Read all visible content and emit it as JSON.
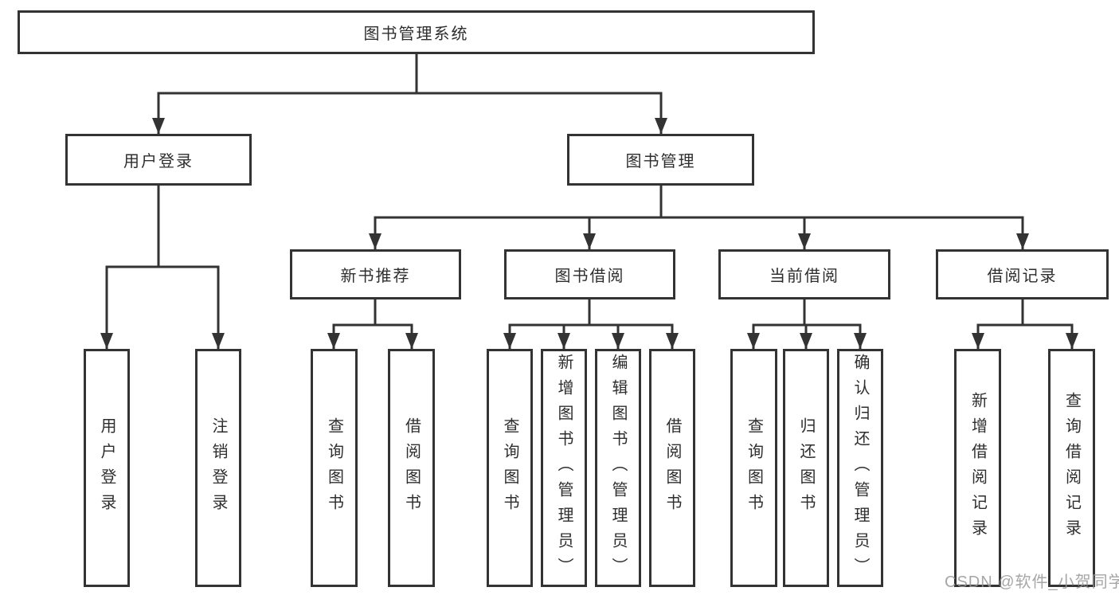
{
  "diagram": {
    "root": {
      "label": "图书管理系统",
      "children": [
        {
          "label": "用户登录",
          "children": [
            {
              "label": "用户登录"
            },
            {
              "label": "注销登录"
            }
          ]
        },
        {
          "label": "图书管理",
          "children": [
            {
              "label": "新书推荐",
              "children": [
                {
                  "label": "查询图书"
                },
                {
                  "label": "借阅图书"
                }
              ]
            },
            {
              "label": "图书借阅",
              "children": [
                {
                  "label": "查询图书"
                },
                {
                  "label": "新增图书（管理员）"
                },
                {
                  "label": "编辑图书（管理员）"
                },
                {
                  "label": "借阅图书"
                }
              ]
            },
            {
              "label": "当前借阅",
              "children": [
                {
                  "label": "查询图书"
                },
                {
                  "label": "归还图书"
                },
                {
                  "label": "确认归还（管理员）"
                }
              ]
            },
            {
              "label": "借阅记录",
              "children": [
                {
                  "label": "新增借阅记录"
                },
                {
                  "label": "查询借阅记录"
                }
              ]
            }
          ]
        }
      ]
    },
    "watermark": "CSDN @软件_小贺同学",
    "colors": {
      "line": "#333333",
      "background": "#ffffff",
      "watermark": "#969696"
    }
  }
}
